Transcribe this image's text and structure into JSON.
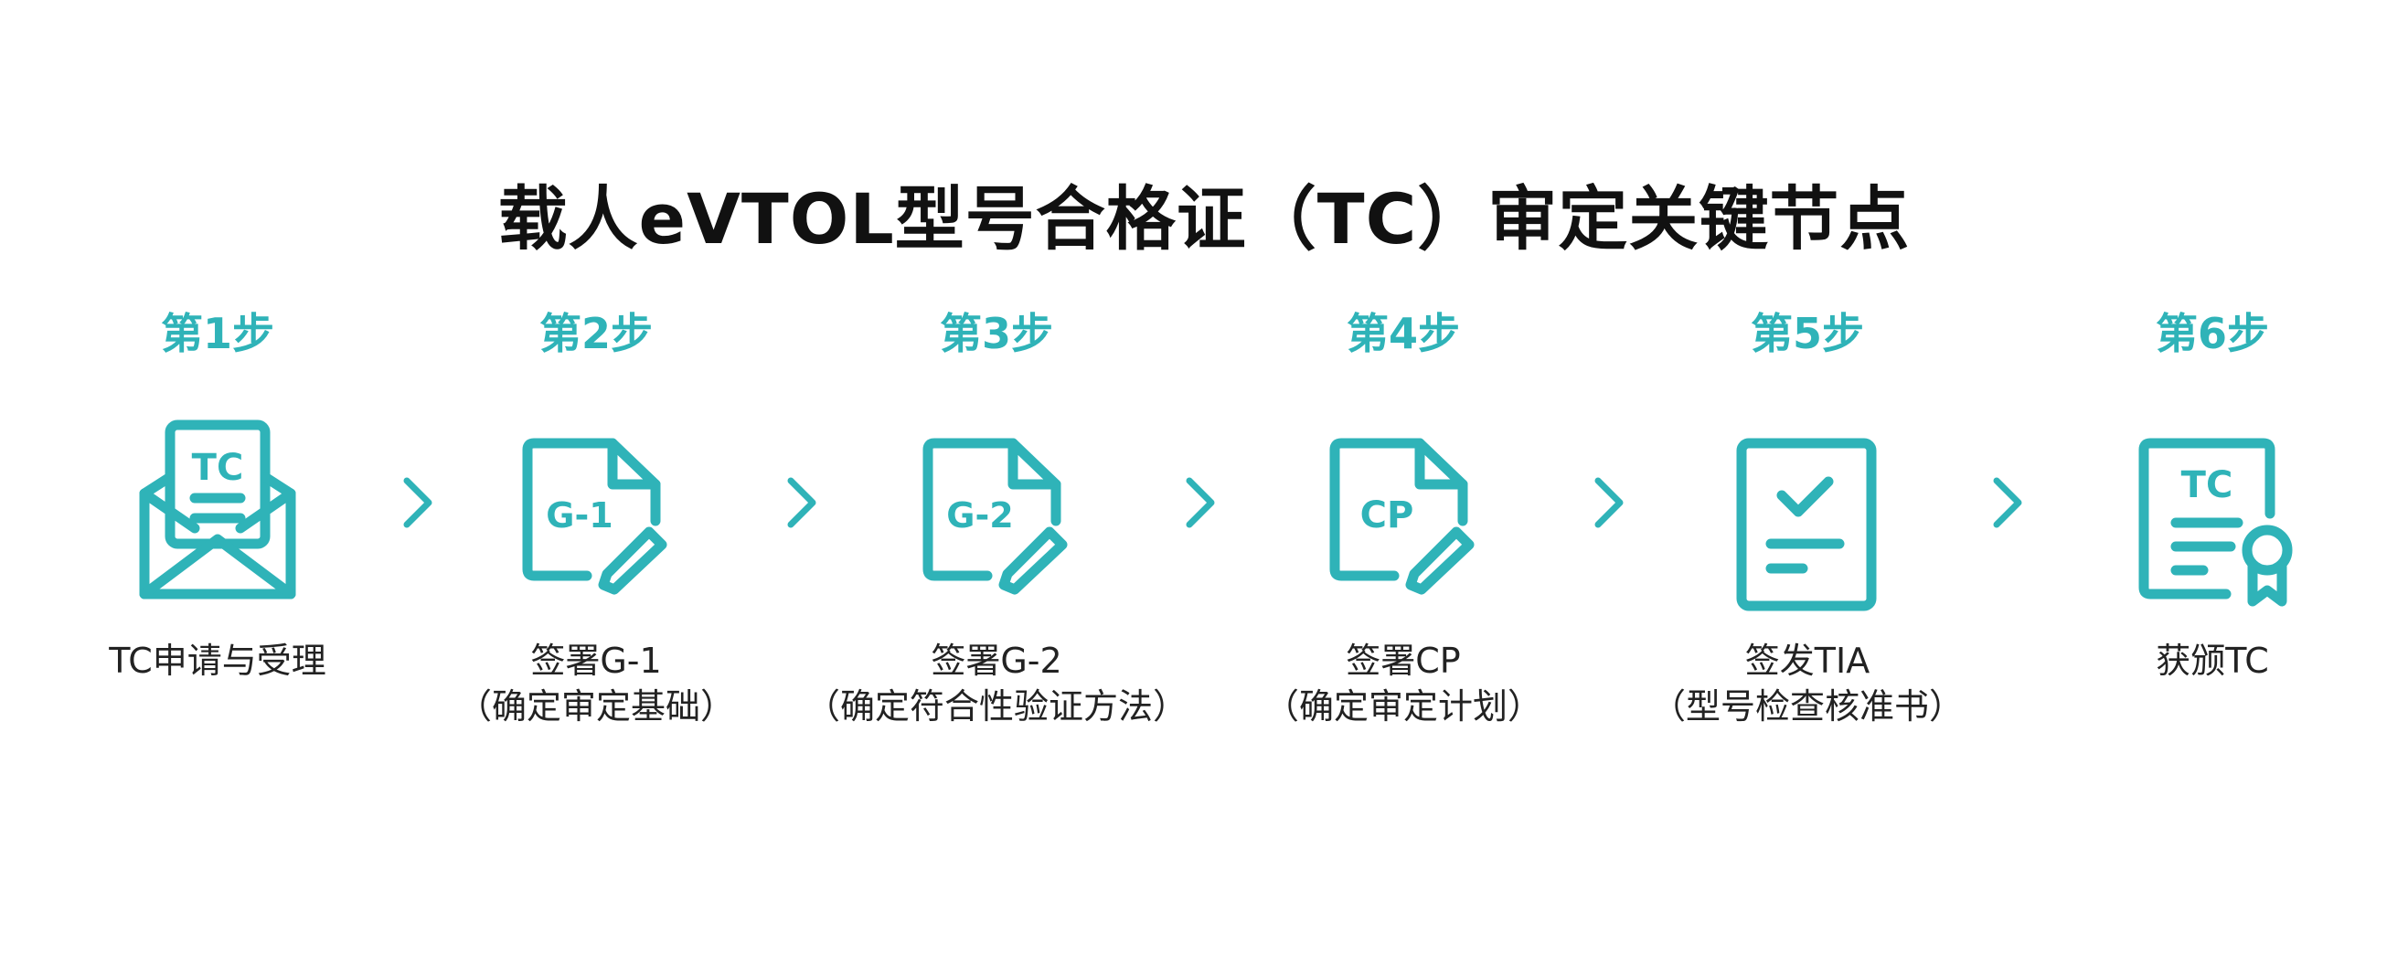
{
  "title": "载人eVTOL型号合格证（TC）审定关键节点",
  "accent_color": "#2fb3b8",
  "steps": [
    {
      "number": "第1步",
      "icon": "envelope-certificate-icon",
      "icon_text": "TC",
      "line1": "TC申请与受理",
      "line2": ""
    },
    {
      "number": "第2步",
      "icon": "document-edit-icon",
      "icon_text": "G-1",
      "line1": "签署G-1",
      "line2": "（确定审定基础）"
    },
    {
      "number": "第3步",
      "icon": "document-edit-icon",
      "icon_text": "G-2",
      "line1": "签署G-2",
      "line2": "（确定符合性验证方法）"
    },
    {
      "number": "第4步",
      "icon": "document-edit-icon",
      "icon_text": "CP",
      "line1": "签署CP",
      "line2": "（确定审定计划）"
    },
    {
      "number": "第5步",
      "icon": "checklist-icon",
      "icon_text": "",
      "line1": "签发TIA",
      "line2": "（型号检查核准书）"
    },
    {
      "number": "第6步",
      "icon": "certificate-award-icon",
      "icon_text": "TC",
      "line1": "获颁TC",
      "line2": ""
    }
  ]
}
